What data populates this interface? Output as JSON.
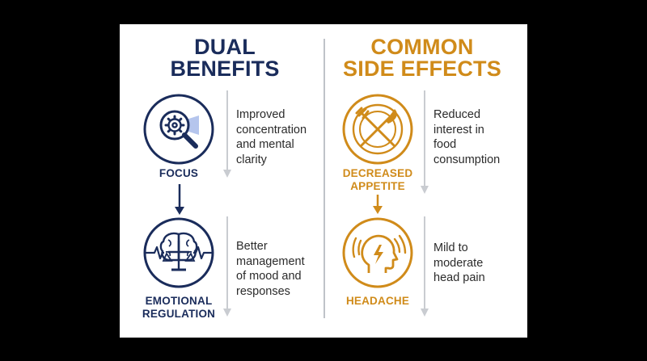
{
  "benefits": {
    "title_line1": "DUAL",
    "title_line2": "BENEFITS",
    "focus": {
      "icon": "magnifier-gear-icon",
      "label": "FOCUS",
      "desc": [
        "Improved",
        "concentration",
        "and mental",
        "clarity"
      ]
    },
    "emotional": {
      "icon": "brain-scale-icon",
      "label_line1": "EMOTIONAL",
      "label_line2": "REGULATION",
      "desc": [
        "Better",
        "management",
        "of mood and",
        "responses"
      ]
    }
  },
  "side_effects": {
    "title_line1": "COMMON",
    "title_line2": "SIDE EFFECTS",
    "appetite": {
      "icon": "crossed-fork-knife-plate-icon",
      "label_line1": "DECREASED",
      "label_line2": "APPETITE",
      "desc": [
        "Reduced",
        "interest in",
        "food",
        "consumption"
      ]
    },
    "headache": {
      "icon": "head-lightning-icon",
      "label": "HEADACHE",
      "desc": [
        "Mild to",
        "moderate",
        "head pain"
      ]
    }
  },
  "colors": {
    "navy": "#1a2c5b",
    "gold": "#d08b1a",
    "background": "#ffffff",
    "frame": "#000000"
  }
}
